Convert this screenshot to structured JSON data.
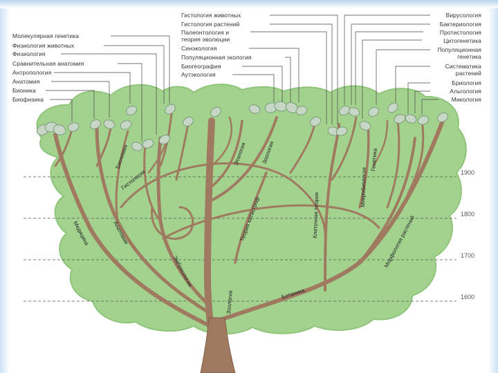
{
  "labels_left": [
    "Молекулярная генетика",
    "Физиология животных",
    "Физиология",
    "Сравнительная анатомия",
    "Антропология",
    "Анатомия",
    "Бионика",
    "Биофизика"
  ],
  "labels_middle": [
    "Гистология животных",
    "Гистология растений",
    "Палеонтология и",
    "теория эволюции",
    "Синэкология",
    "Популяционная экология",
    "Биогеография",
    "Аутэкология"
  ],
  "labels_right": [
    "Вирусология",
    "Бактериология",
    "Протистология",
    "Цитогенетика",
    "Популяционная",
    "генетика",
    "Систематика",
    "растений",
    "Бриология",
    "Альгология",
    "Микология"
  ],
  "years": [
    "1900",
    "1800",
    "1700",
    "1600"
  ],
  "branch_labels": {
    "biochemistry": "Биохимия",
    "histology": "Гистология",
    "ethology": "Этология",
    "zoology_upper": "Зоология",
    "cell_theory": "Клеточная теория",
    "microbiology": "Микробиология",
    "genetics": "Генетика",
    "catastrophe_theory": "Теория катастроф",
    "medicine": "Медицина",
    "anatomy": "Анатомия",
    "embryology": "Эмбриология",
    "zoology_trunk": "Зоология",
    "botany": "Ботаника",
    "plant_morphology": "Морфология растений"
  },
  "colors": {
    "crown": "#a3d28f",
    "crown_edge": "#8fc47b",
    "branch": "#a07a60",
    "branch_edge": "#7f5a44",
    "leaf": "#c6d7c6",
    "leaf_edge": "#7a9a7a",
    "guide_line": "#444444"
  }
}
